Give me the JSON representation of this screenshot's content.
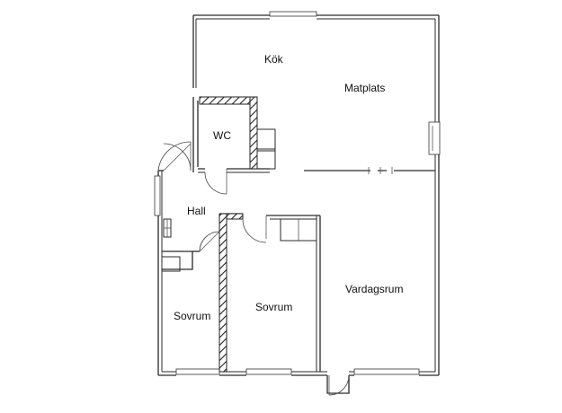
{
  "rooms": {
    "kitchen": "Kök",
    "dining": "Matplats",
    "wc": "WC",
    "hall": "Hall",
    "living": "Vardagsrum",
    "bedroom_left": "Sovrum",
    "bedroom_middle": "Sovrum"
  },
  "colors": {
    "wall": "#2a2a2a",
    "background": "#ffffff"
  }
}
